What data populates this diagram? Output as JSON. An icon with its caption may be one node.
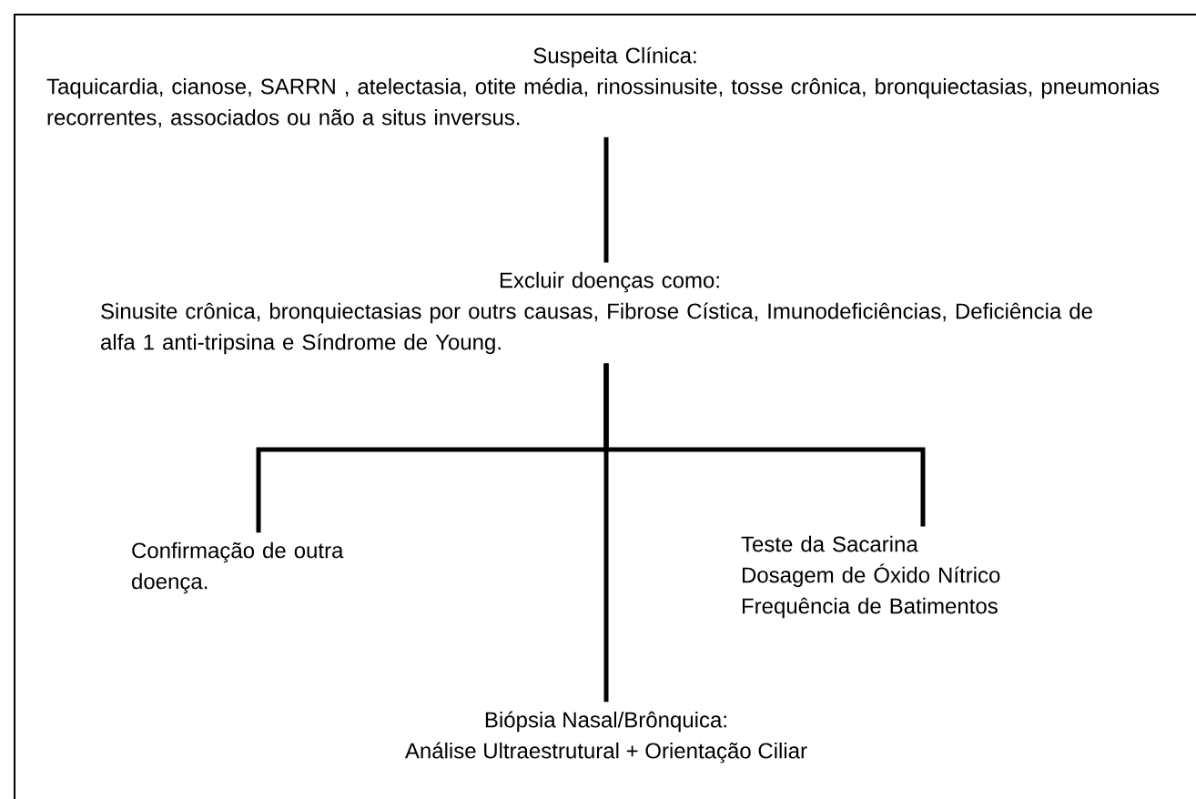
{
  "diagram": {
    "nodes": [
      {
        "text": [
          "Suspeita Clínica:",
          "Taquicardia, cianose, SARRN , atelectasia, otite média, rinossinusite, tosse crônica, bronquiectasias, pneumonias recorrentes, associados ou não a situs inversus."
        ]
      },
      {
        "text": [
          "Excluir doenças como:",
          "Sinusite crônica, bronquiectasias por outrs causas, Fibrose Cística, Imunodeficiências, Deficiência de alfa 1 anti-tripsina e Síndrome de Young."
        ]
      },
      {
        "text": [
          "Confirmação de outra doença."
        ]
      },
      {
        "text": [
          "Teste da Sacarina",
          "Dosagem de Óxido Nítrico",
          "Frequência de Batimentos"
        ]
      },
      {
        "text": [
          "Biópsia Nasal/Brônquica:",
          "Análise Ultraestrutural + Orientação Ciliar"
        ]
      }
    ],
    "edges": [
      {
        "from": 0,
        "to": 1,
        "arrow": "none"
      },
      {
        "from": 1,
        "to": 2,
        "arrow": "none"
      },
      {
        "from": 1,
        "to": 3,
        "arrow": "none"
      },
      {
        "from": 1,
        "to": 4,
        "arrow": "none"
      }
    ]
  }
}
